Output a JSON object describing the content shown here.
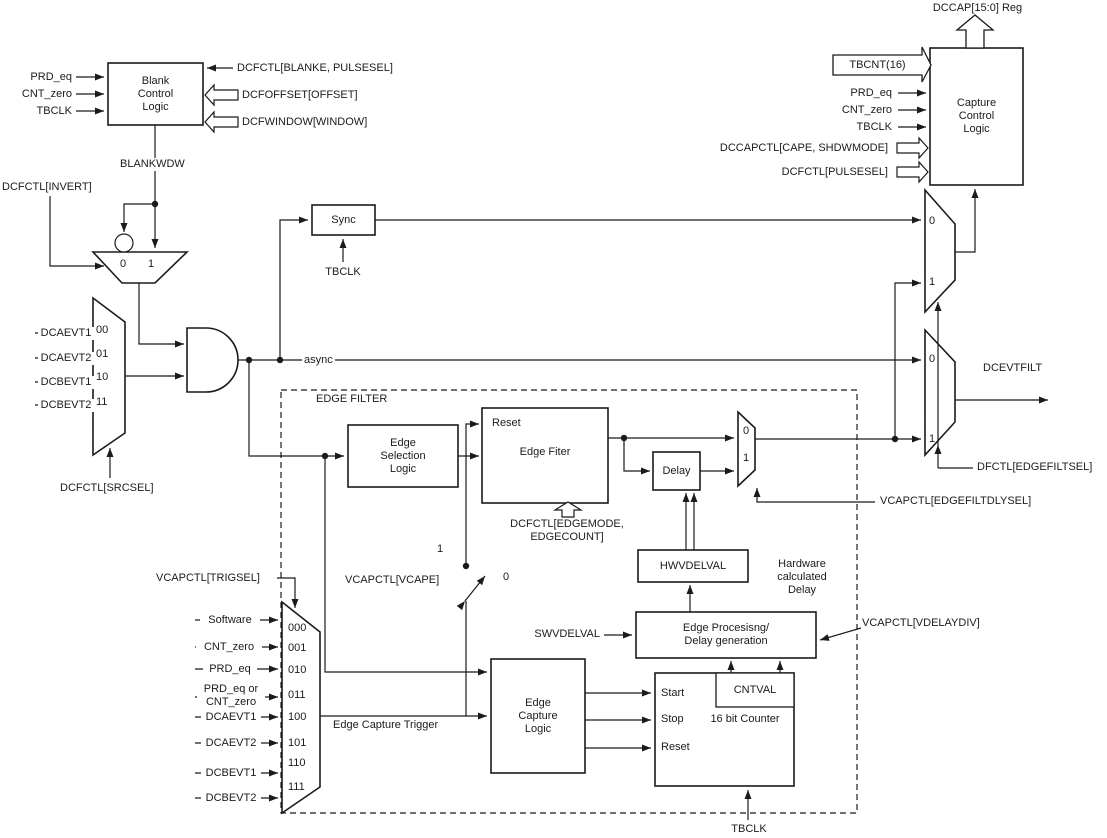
{
  "blocks": {
    "blank_control": "Blank\nControl\nLogic",
    "sync": "Sync",
    "edge_selection": "Edge\nSelection\nLogic",
    "edge_fiter": "Edge Fiter",
    "reset": "Reset",
    "delay": "Delay",
    "hwvdelval": "HWVDELVAL",
    "edge_processing": "Edge Procesisng/\nDelay generation",
    "edge_capture": "Edge\nCapture\nLogic",
    "counter_16bit": "16 bit Counter",
    "cntval": "CNTVAL",
    "start": "Start",
    "stop": "Stop",
    "capture_control": "Capture\nControl\nLogic",
    "tbcnt": "TBCNT(16)"
  },
  "labels": {
    "prd_eq": "PRD_eq",
    "cnt_zero": "CNT_zero",
    "tbclk": "TBCLK",
    "dcfctl_blanke_pulsesel": "DCFCTL[BLANKE, PULSESEL]",
    "dcfoffset_offset": "DCFOFFSET[OFFSET]",
    "dcfwindow_window": "DCFWINDOW[WINDOW]",
    "blankwdw": "BLANKWDW",
    "dcfctl_invert": "DCFCTL[INVERT]",
    "dcaevt1": "DCAEVT1",
    "dcaevt2": "DCAEVT2",
    "dcbevt1": "DCBEVT1",
    "dcbevt2": "DCBEVT2",
    "dcfctl_srcsel": "DCFCTL[SRCSEL]",
    "async": "async",
    "edge_filter": "EDGE FILTER",
    "dcfctl_edgemode_edgecount": "DCFCTL[EDGEMODE,\nEDGECOUNT]",
    "vcapctl_vcape": "VCAPCTL[VCAPE]",
    "vcapctl_trigsel": "VCAPCTL[TRIGSEL]",
    "software": "Software",
    "prd_eq_or_cnt_zero": "PRD_eq or\nCNT_zero",
    "edge_capture_trigger": "Edge Capture Trigger",
    "swvdelval": "SWVDELVAL",
    "vcapctl_vdelaydiv": "VCAPCTL[VDELAYDIV]",
    "hardware_calculated_delay": "Hardware\ncalculated\nDelay",
    "vcapctl_edgefiltdlysel": "VCAPCTL[EDGEFILTDLYSEL]",
    "dfctl_edgefiltsel": "DFCTL[EDGEFILTSEL]",
    "dcevtfilt": "DCEVTFILT",
    "dccap_reg": "DCCAP[15:0] Reg",
    "dccapctl_cape_shdwmode": "DCCAPCTL[CAPE, SHDWMODE]",
    "dcfctl_pulsesel": "DCFCTL[PULSESEL]"
  },
  "mux": {
    "src_codes": [
      "00",
      "01",
      "10",
      "11"
    ],
    "trig_codes": [
      "000",
      "001",
      "010",
      "011",
      "100",
      "101",
      "110",
      "111"
    ],
    "bin_0": "0",
    "bin_1": "1"
  },
  "colors": {
    "line": "#1b1b1b",
    "background": "#ffffff"
  }
}
